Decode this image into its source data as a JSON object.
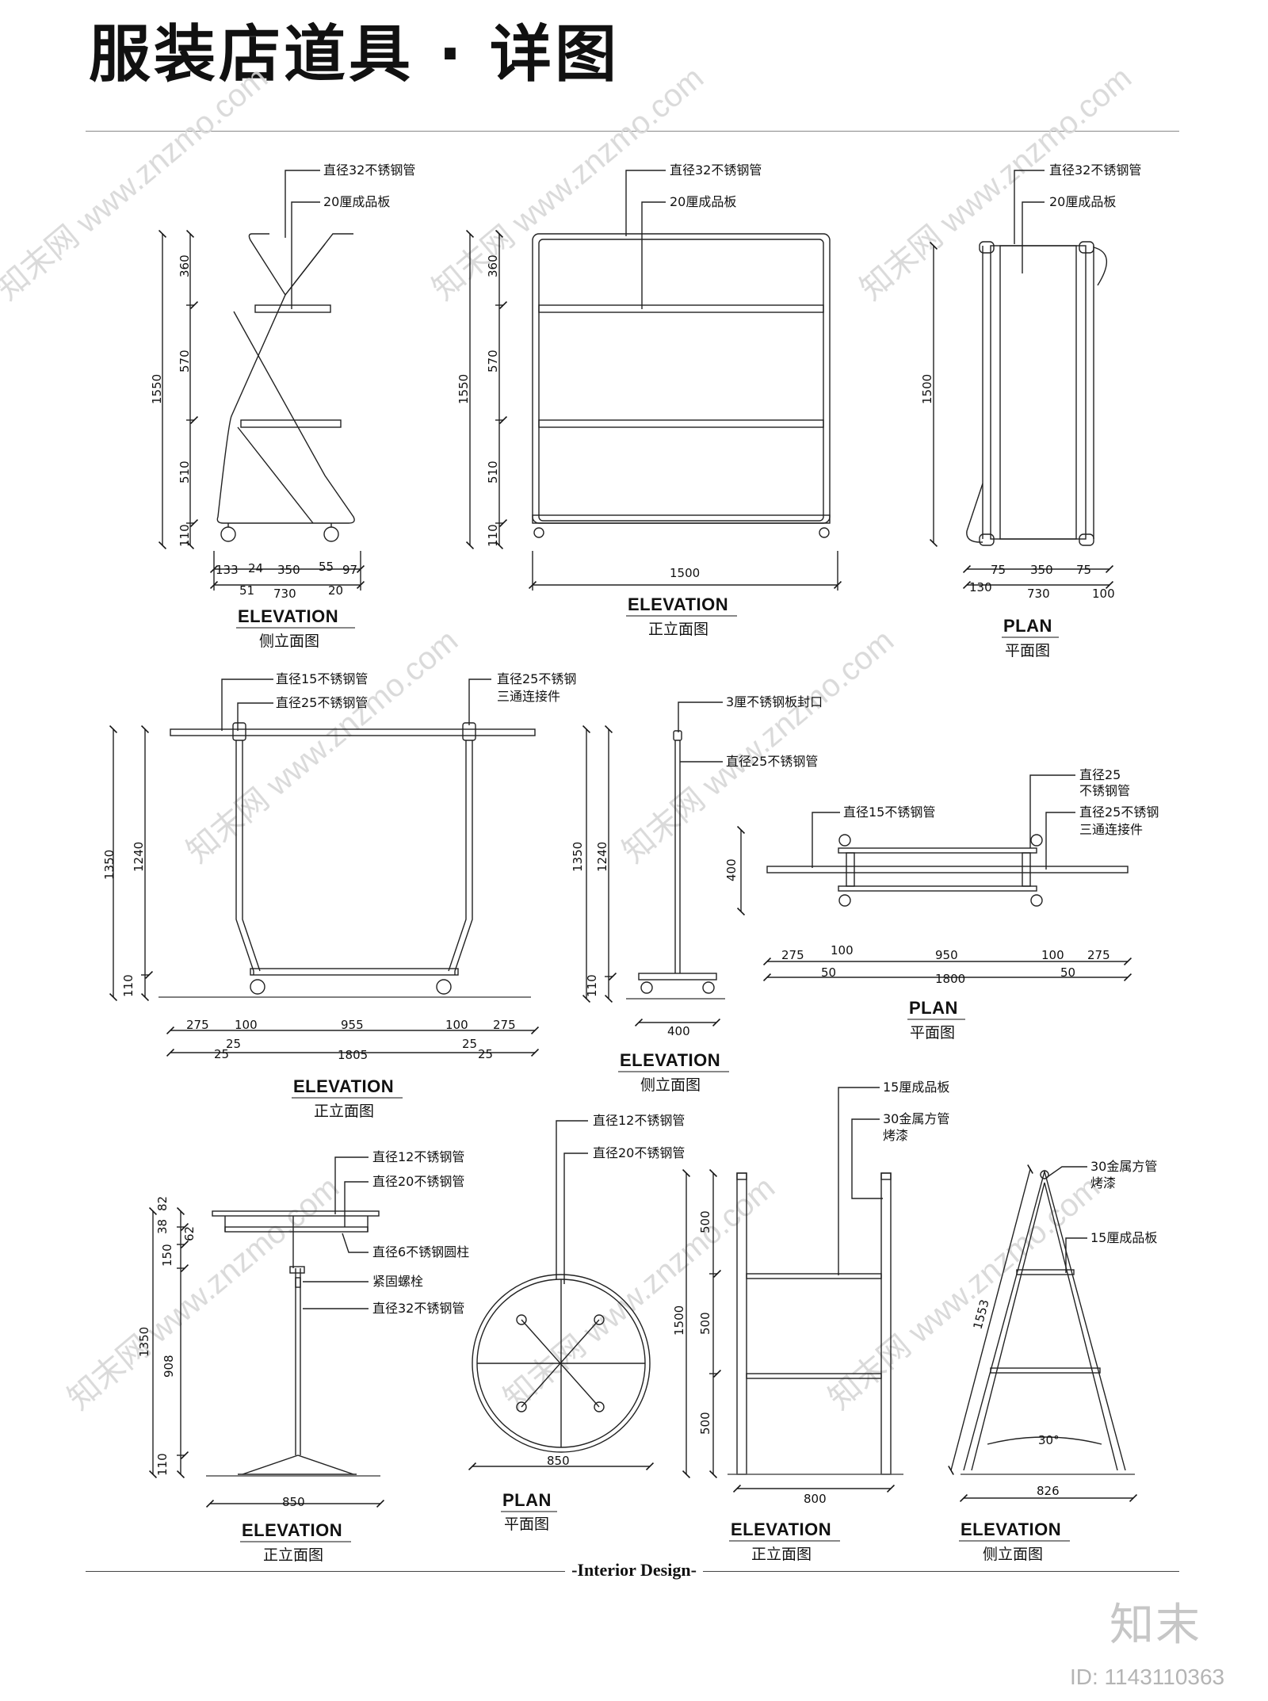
{
  "title": "服装店道具 · 详图",
  "footer": "-Interior Design-",
  "logo": "知末",
  "image_id": "ID: 1143110363",
  "watermark": "知末网 www.znzmo.com",
  "captions": {
    "p1_en": "ELEVATION",
    "p1_cn": "侧立面图",
    "p2_en": "ELEVATION",
    "p2_cn": "正立面图",
    "p3_en": "PLAN",
    "p3_cn": "平面图",
    "p4_en": "ELEVATION",
    "p4_cn": "正立面图",
    "p5_en": "ELEVATION",
    "p5_cn": "侧立面图",
    "p6_en": "PLAN",
    "p6_cn": "平面图",
    "p7_en": "ELEVATION",
    "p7_cn": "正立面图",
    "p8_en": "PLAN",
    "p8_cn": "平面图",
    "p9_en": "ELEVATION",
    "p9_cn": "正立面图",
    "p10_en": "ELEVATION",
    "p10_cn": "侧立面图"
  },
  "labels": {
    "pipe32": "直径32不锈钢管",
    "board20": "20厘成品板",
    "pipe15": "直径15不锈钢管",
    "pipe25": "直径25不锈钢管",
    "tee25a": "直径25不锈钢",
    "tee25b": "三通连接件",
    "cap3": "3厘不锈钢板封口",
    "pipe25a": "直径25",
    "pipe25b": "不锈钢管",
    "tee25full": "直径25不锈钢",
    "pipe12": "直径12不锈钢管",
    "pipe20": "直径20不锈钢管",
    "rod6": "直径6不锈钢圆柱",
    "bolt": "紧固螺栓",
    "board15": "15厘成品板",
    "square30a": "30金属方管",
    "square30b": "烤漆",
    "angle": "30°"
  },
  "dims": {
    "p1_v": [
      "360",
      "570",
      "510",
      "110",
      "1550"
    ],
    "p1_h": [
      "133",
      "24",
      "350",
      "55",
      "97",
      "51",
      "730",
      "20"
    ],
    "p2_v": [
      "360",
      "570",
      "510",
      "110",
      "1550"
    ],
    "p2_h": [
      "1500"
    ],
    "p3_v": [
      "1500"
    ],
    "p3_h": [
      "75",
      "350",
      "75",
      "130",
      "730",
      "100"
    ],
    "p4_v": [
      "1350",
      "1240",
      "110"
    ],
    "p4_h": [
      "275",
      "100",
      "955",
      "100",
      "275",
      "25",
      "25",
      "25",
      "25",
      "1805"
    ],
    "p5_v": [
      "1350",
      "1240",
      "110"
    ],
    "p5_h": [
      "400"
    ],
    "p6_v": [
      "400"
    ],
    "p6_h": [
      "275",
      "100",
      "950",
      "100",
      "275",
      "50",
      "1800",
      "50"
    ],
    "p7_v": [
      "82",
      "38",
      "62",
      "150",
      "1350",
      "908",
      "110"
    ],
    "p7_h": [
      "850"
    ],
    "p8_h": [
      "850"
    ],
    "p9_v": [
      "500",
      "1500",
      "500",
      "500"
    ],
    "p9_h": [
      "800"
    ],
    "p10_h": [
      "826"
    ],
    "p10_d": [
      "1553"
    ]
  }
}
